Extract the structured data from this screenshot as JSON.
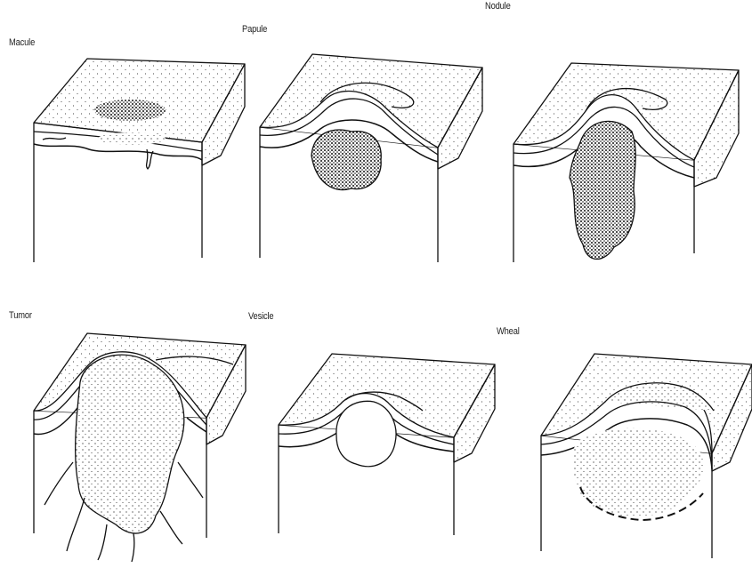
{
  "panels": [
    {
      "id": "macule",
      "label": "Macule"
    },
    {
      "id": "papule",
      "label": "Papule"
    },
    {
      "id": "nodule",
      "label": "Nodule"
    },
    {
      "id": "tumor",
      "label": "Tumor"
    },
    {
      "id": "vesicle",
      "label": "Vesicle"
    },
    {
      "id": "wheal",
      "label": "Wheal"
    }
  ],
  "colors": {
    "ink": "#111111",
    "paper": "#ffffff"
  }
}
